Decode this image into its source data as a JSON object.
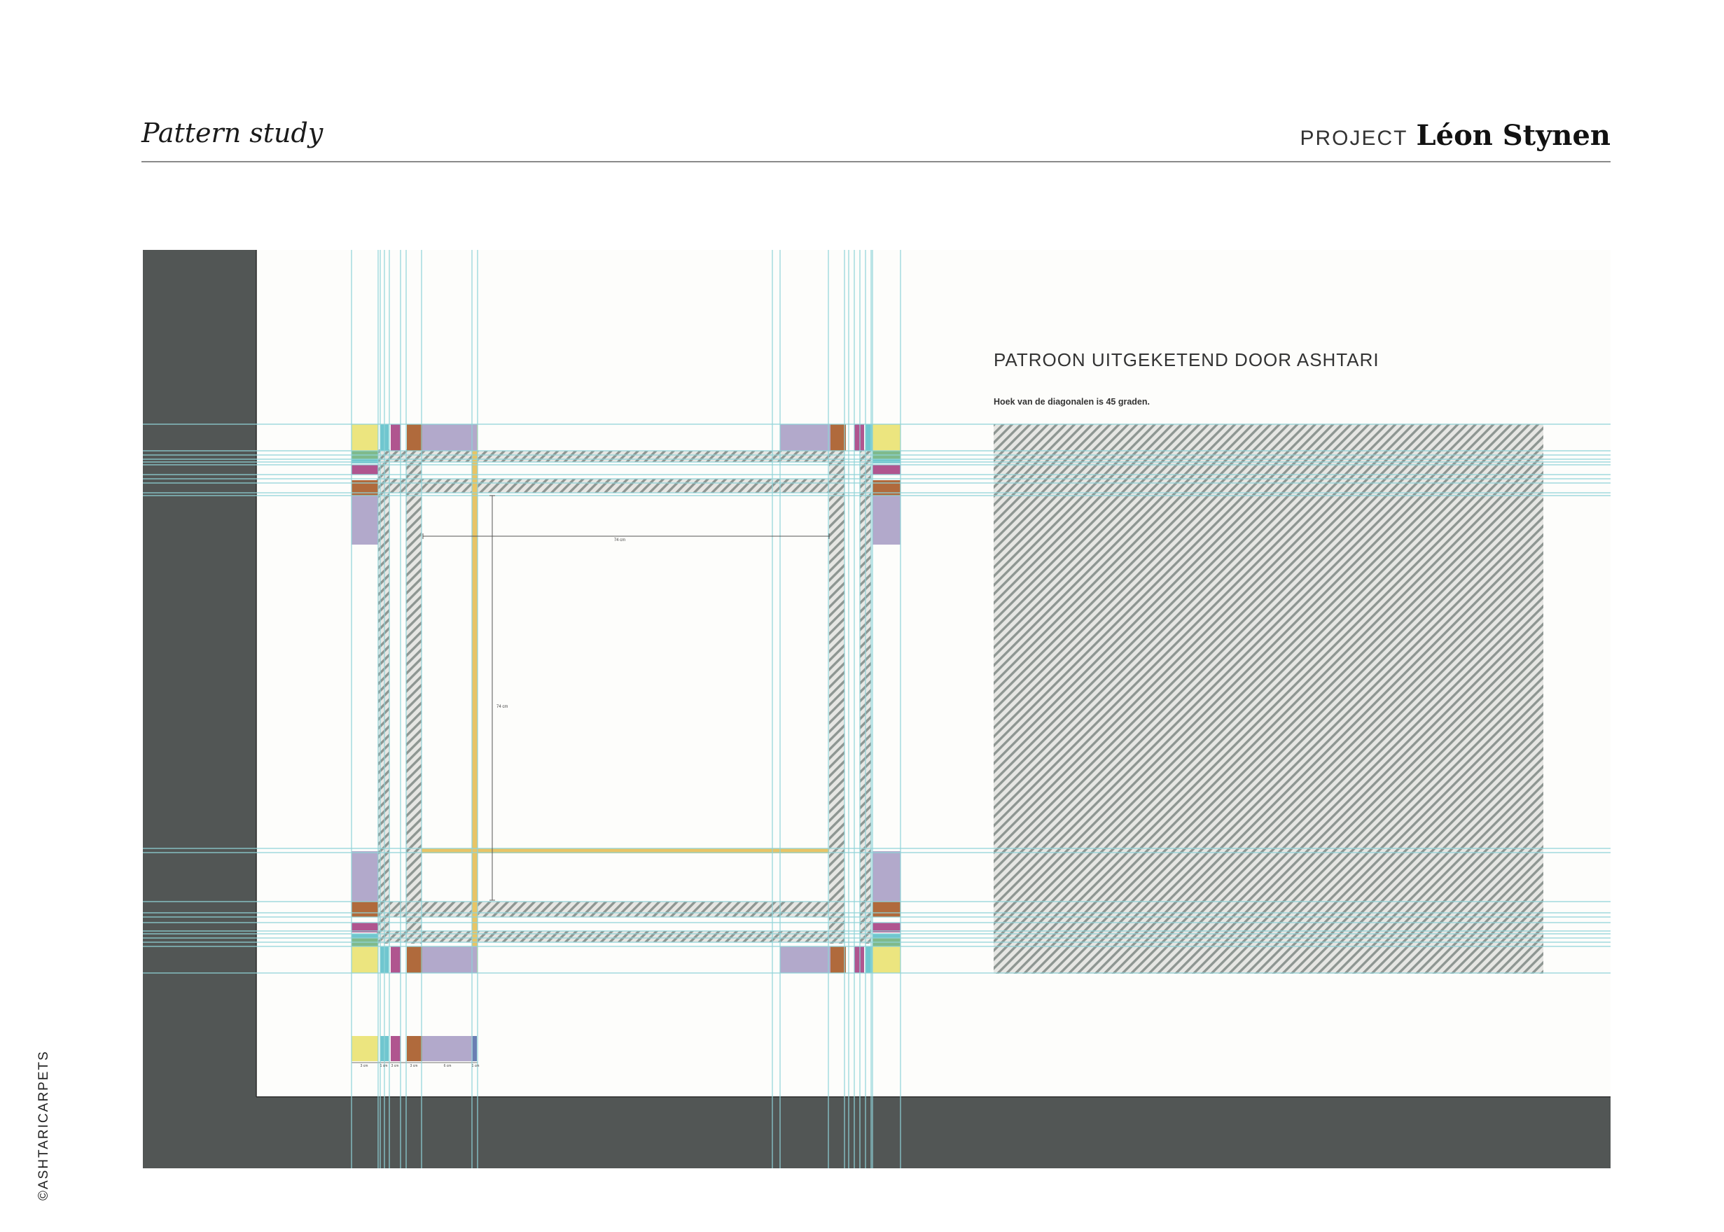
{
  "header": {
    "title": "Pattern study",
    "project_label": "PROJECT",
    "project_name": "Léon Stynen"
  },
  "copyright": "©ASHTARICARPETS",
  "drawing": {
    "heading": "PATROON UITGEKETEND DOOR ASHTARI",
    "note": "Hoek van de diagonalen is 45 graden.",
    "dim_horizontal": "74 cm",
    "dim_vertical": "74 cm",
    "legend_labels": [
      "3 cm",
      "1 cm",
      "3 cm",
      "3 cm",
      "6 cm",
      "1 cm"
    ]
  },
  "colors": {
    "frame_dark": "#525655",
    "sheet": "#fdfdfb",
    "guide": "#8fd3d8",
    "yellow": "#ece57f",
    "lavender": "#b2a9cb",
    "teal": "#6fc6cf",
    "magenta": "#b0558f",
    "brown": "#b06a3c",
    "green": "#7fba8b",
    "mustard": "#e8c466",
    "hatch": "#8e9692"
  }
}
